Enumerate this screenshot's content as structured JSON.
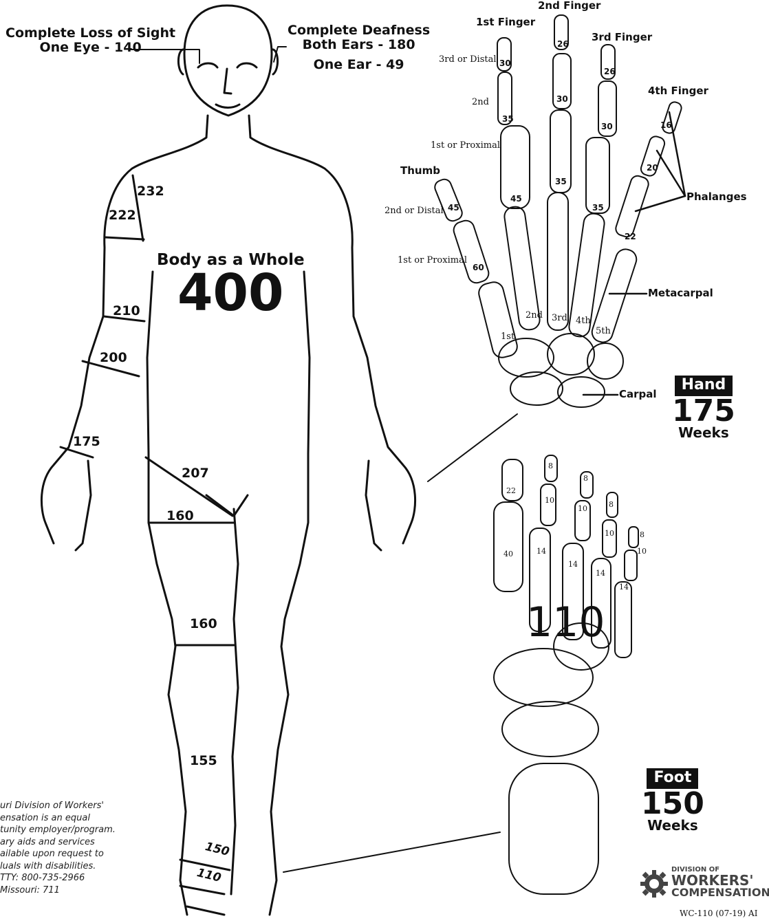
{
  "head": {
    "sight_line1": "Complete Loss of Sight",
    "sight_line2": "One Eye - 140",
    "deaf_line1": "Complete Deafness",
    "deaf_line2": "Both Ears - 180",
    "deaf_line3": "One Ear - 49"
  },
  "body": {
    "title": "Body as a Whole",
    "value": "400"
  },
  "arm": {
    "shoulder": "232",
    "upper_arm": "222",
    "elbow": "210",
    "forearm": "200",
    "wrist": "175"
  },
  "leg": {
    "hip": "207",
    "thigh_top": "160",
    "knee": "160",
    "lower_leg": "155",
    "ankle": "150",
    "foot": "110"
  },
  "hand": {
    "finger1_title": "1st Finger",
    "finger2_title": "2nd Finger",
    "finger3_title": "3rd Finger",
    "finger4_title": "4th Finger",
    "thumb_title": "Thumb",
    "row_distal": "3rd or Distal",
    "row_second": "2nd",
    "row_proximal": "1st or Proximal",
    "thumb_distal": "2nd or Distal",
    "thumb_proximal": "1st or Proximal",
    "f1_distal": "30",
    "f1_middle": "35",
    "f1_proximal": "45",
    "f2_distal": "26",
    "f2_middle": "30",
    "f2_proximal": "35",
    "f3_distal": "26",
    "f3_middle": "30",
    "f3_proximal": "35",
    "f4_distal": "16",
    "f4_middle": "20",
    "f4_proximal": "22",
    "thumb_distal_val": "45",
    "thumb_proximal_val": "60",
    "meta_1": "1st",
    "meta_2": "2nd",
    "meta_3": "3rd",
    "meta_4": "4th",
    "meta_5": "5th",
    "phalanges": "Phalanges",
    "metacarpal": "Metacarpal",
    "carpal": "Carpal",
    "badge": "Hand",
    "weeks_value": "175",
    "weeks_label": "Weeks"
  },
  "foot": {
    "toe1_distal": "22",
    "toe1_proximal": "40",
    "toe2_distal": "8",
    "toe2_middle": "10",
    "toe2_proximal": "14",
    "toe3_distal": "8",
    "toe3_middle": "10",
    "toe3_proximal": "14",
    "toe4_distal": "8",
    "toe4_middle": "10",
    "toe4_proximal": "14",
    "toe5_distal": "8",
    "toe5_middle": "10",
    "toe5_proximal": "14",
    "center_value": "110",
    "badge": "Foot",
    "weeks_value": "150",
    "weeks_label": "Weeks"
  },
  "notice": {
    "line1": "uri Division of Workers'",
    "line2": "ensation is an equal",
    "line3": "tunity employer/program.",
    "line4": "ary aids and services",
    "line5": "ailable upon request to",
    "line6": "luals with disabilities.",
    "line7": "TTY: 800-735-2966",
    "line8": "Missouri: 711"
  },
  "logo": {
    "line1": "DIVISION OF",
    "line2": "WORKERS'",
    "line3": "COMPENSATION"
  },
  "form_code": "WC-110 (07-19) AI"
}
